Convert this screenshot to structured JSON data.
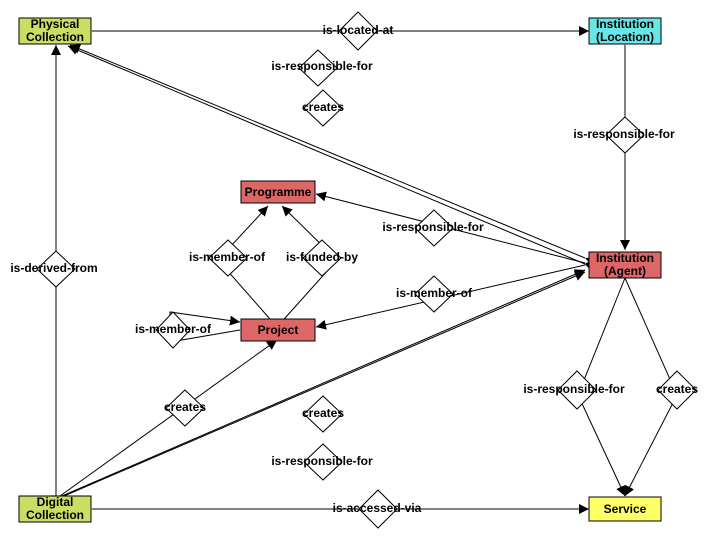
{
  "colors": {
    "physical": "#ccdd66",
    "institution_location": "#66e6e6",
    "agent": "#dd6666",
    "programme": "#dd6666",
    "project": "#dd6666",
    "digital": "#ccdd66",
    "service": "#ffff66"
  },
  "nodes": {
    "physical_collection": [
      "Physical",
      "Collection"
    ],
    "institution_location": [
      "Institution",
      "(Location)"
    ],
    "programme": [
      "Programme"
    ],
    "project": [
      "Project"
    ],
    "institution_agent": [
      "Institution",
      "(Agent)"
    ],
    "digital_collection": [
      "Digital",
      "Collection"
    ],
    "service": [
      "Service"
    ]
  },
  "relations": {
    "is_located_at": "is-located-at",
    "is_responsible_for_top": "is-responsible-for",
    "creates_top": "creates",
    "is_responsible_for_right": "is-responsible-for",
    "is_responsible_for_programme": "is-responsible-for",
    "is_member_of_programme": "is-member-of",
    "is_funded_by": "is-funded-by",
    "is_derived_from": "is-derived-from",
    "is_member_of_agent": "is-member-of",
    "is_member_of_self": "is-member-of",
    "creates_project": "creates",
    "creates_digital": "creates",
    "is_responsible_for_digital": "is-responsible-for",
    "is_responsible_for_service": "is-responsible-for",
    "creates_service": "creates",
    "is_accessed_via": "is-accessed-via"
  }
}
